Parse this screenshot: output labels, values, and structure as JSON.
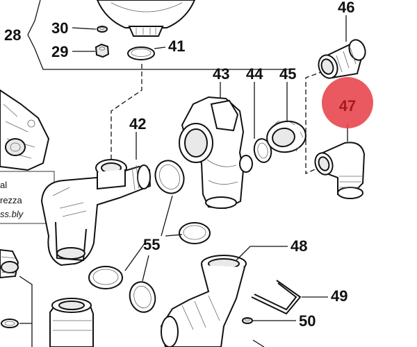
{
  "callouts": {
    "c28": "28",
    "c29": "29",
    "c30": "30",
    "c41": "41",
    "c42": "42",
    "c43": "43",
    "c44": "44",
    "c45": "45",
    "c46": "46",
    "c47": "47",
    "c48": "48",
    "c49": "49",
    "c50": "50",
    "c55": "55"
  },
  "note": {
    "line1": "al",
    "line2": "rezza",
    "line3": "ss.bly"
  },
  "highlight": {
    "fill_color": "#e8474e",
    "text_color": "#a31a20"
  }
}
